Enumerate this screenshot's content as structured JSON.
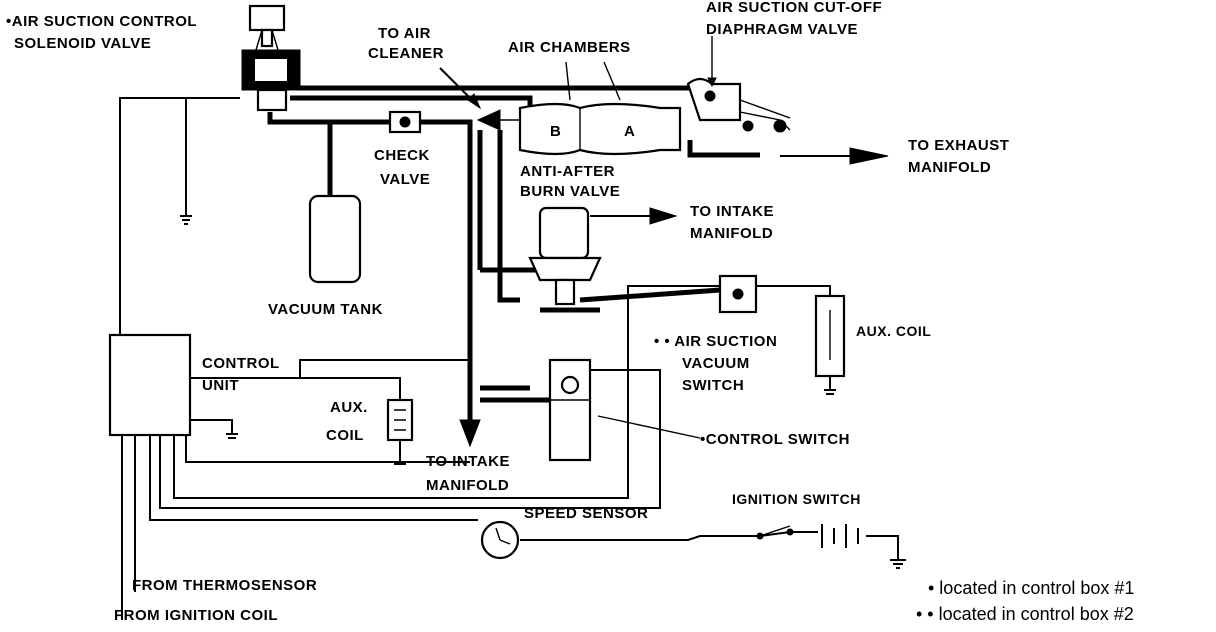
{
  "labels": {
    "air_suction_control_solenoid_valve_1": "•AIR SUCTION CONTROL",
    "air_suction_control_solenoid_valve_2": "SOLENOID VALVE",
    "to_air_cleaner_1": "TO AIR",
    "to_air_cleaner_2": "CLEANER",
    "air_chambers": "AIR CHAMBERS",
    "air_suction_cutoff_1": "AIR SUCTION CUT-OFF",
    "air_suction_cutoff_2": "DIAPHRAGM VALVE",
    "chamber_b": "B",
    "chamber_a": "A",
    "to_exhaust_1": "TO EXHAUST",
    "to_exhaust_2": "MANIFOLD",
    "check_valve_1": "CHECK",
    "check_valve_2": "VALVE",
    "anti_after_burn_1": "ANTI-AFTER",
    "anti_after_burn_2": "BURN VALVE",
    "to_intake_top_1": "TO INTAKE",
    "to_intake_top_2": "MANIFOLD",
    "vacuum_tank": "VACUUM TANK",
    "aux_coil_right": "AUX. COIL",
    "air_suction_vacuum_switch_1": "• • AIR SUCTION",
    "air_suction_vacuum_switch_2": "VACUUM",
    "air_suction_vacuum_switch_3": "SWITCH",
    "control_unit_1": "CONTROL",
    "control_unit_2": "UNIT",
    "aux_coil_left_1": "AUX.",
    "aux_coil_left_2": "COIL",
    "control_switch": "•CONTROL SWITCH",
    "to_intake_bottom_1": "TO INTAKE",
    "to_intake_bottom_2": "MANIFOLD",
    "speed_sensor": "SPEED SENSOR",
    "ignition_switch": "IGNITION SWITCH",
    "from_thermosensor": "FROM THERMOSENSOR",
    "from_ignition_coil": "FROM IGNITION COIL"
  },
  "notes": {
    "box1": "• located in control box #1",
    "box2": "• • located in control box #2"
  }
}
